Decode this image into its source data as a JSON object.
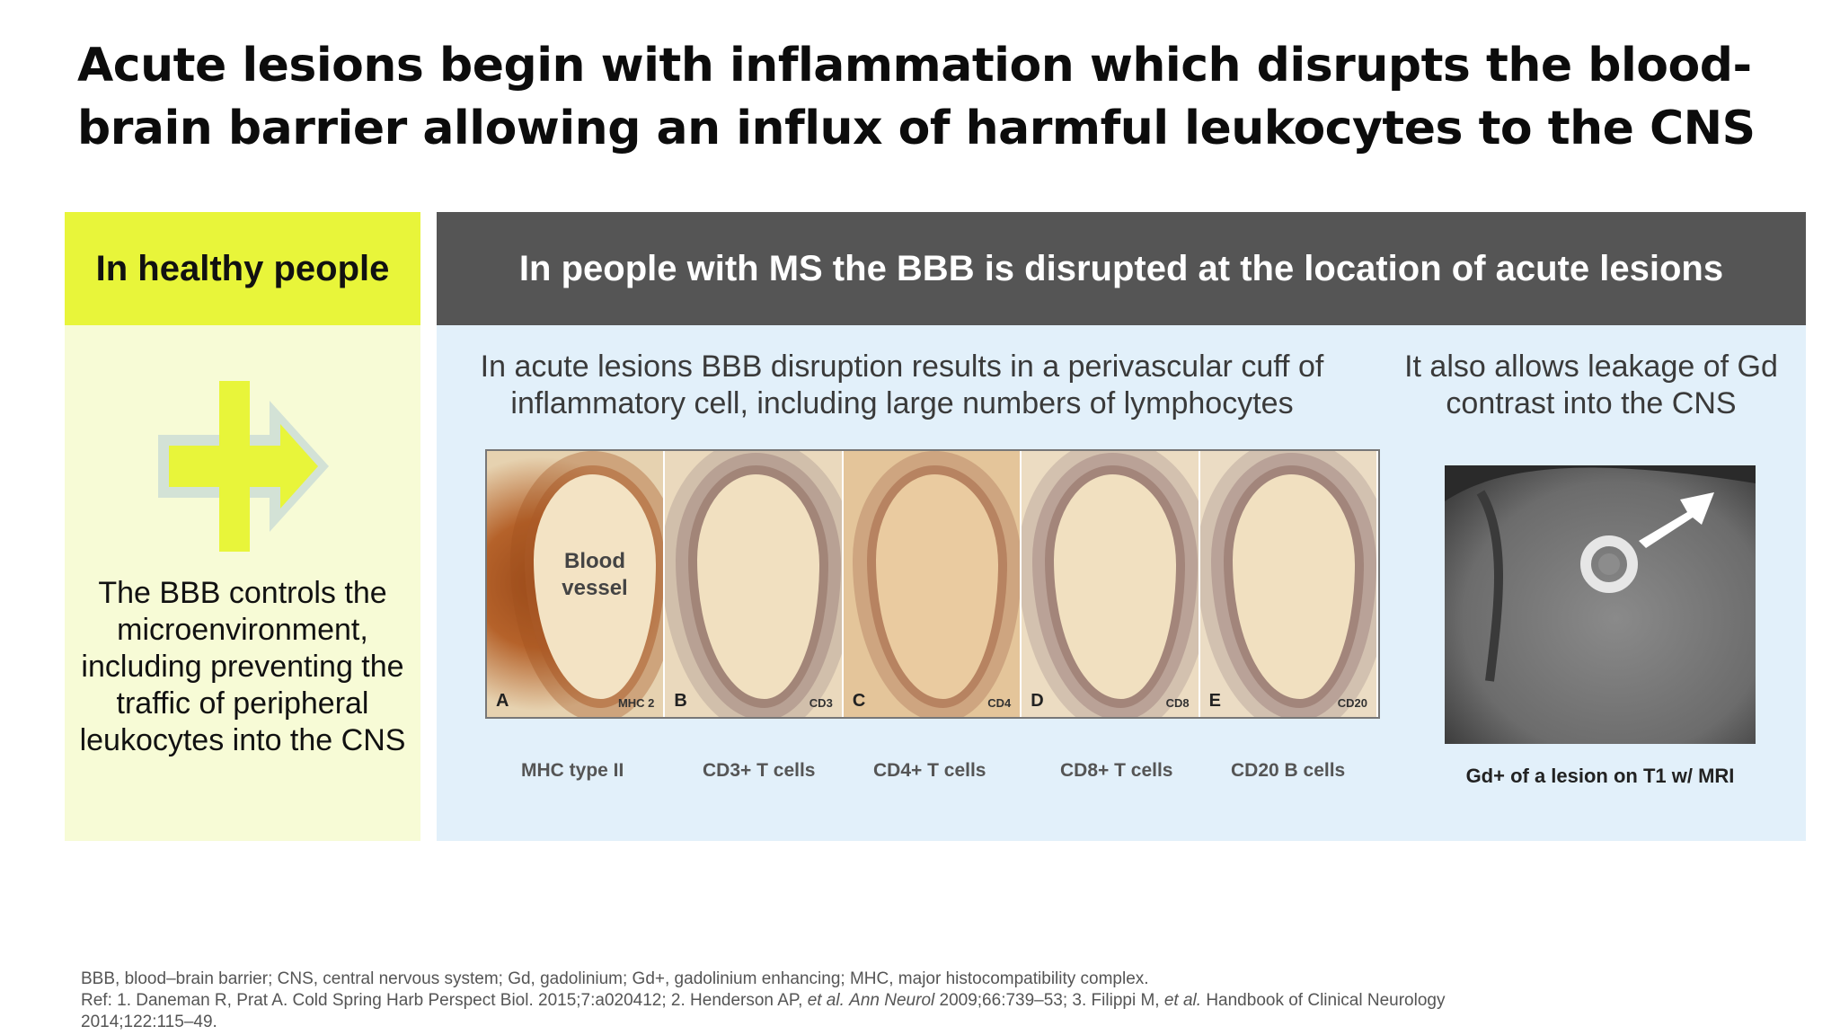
{
  "slide": {
    "title": "Acute lesions begin with inflammation which disrupts the blood-brain barrier allowing an influx of harmful leukocytes to the CNS"
  },
  "left_panel": {
    "header": "In healthy people",
    "icon": "bbb-arrow-blocked-icon",
    "body": "The BBB controls the microenvironment, including preventing the traffic of peripheral leukocytes into the CNS",
    "colors": {
      "header_bg": "#e8f53a",
      "body_bg": "#f7fbd6"
    }
  },
  "right_panel": {
    "header": "In people with MS the BBB is disrupted at the location of acute lesions",
    "lesion_caption": "In acute lesions BBB disruption results in a perivascular cuff of inflammatory cell, including large numbers of lymphocytes",
    "gd_caption": "It also allows leakage of Gd contrast into the CNS",
    "histology": {
      "vessel_label": "Blood vessel",
      "panels": [
        {
          "letter": "A",
          "marker": "MHC 2",
          "label": "MHC type II"
        },
        {
          "letter": "B",
          "marker": "CD3",
          "label": "CD3+ T cells"
        },
        {
          "letter": "C",
          "marker": "CD4",
          "label": "CD4+ T cells"
        },
        {
          "letter": "D",
          "marker": "CD8",
          "label": "CD8+ T cells"
        },
        {
          "letter": "E",
          "marker": "CD20",
          "label": "CD20 B cells"
        }
      ]
    },
    "mri": {
      "label": "Gd+ of a lesion on T1 w/ MRI"
    },
    "colors": {
      "header_bg": "#555555",
      "body_bg": "#e2f0fa"
    }
  },
  "footnotes": {
    "abbreviations": "BBB, blood–brain barrier; CNS, central nervous system; Gd, gadolinium; Gd+, gadolinium enhancing; MHC, major histocompatibility complex.",
    "ref_prefix": "Ref: 1. Daneman R, Prat A. Cold Spring Harb Perspect Biol. 2015;7:a020412; 2. Henderson AP, ",
    "ref_etal_1": "et al.",
    "ref_journal": "Ann Neurol",
    "ref_middle": " 2009;66:739–53; 3. Filippi M, ",
    "ref_etal_2": "et al.",
    "ref_suffix": " Handbook of Clinical Neurology 2014;122:115–49."
  }
}
